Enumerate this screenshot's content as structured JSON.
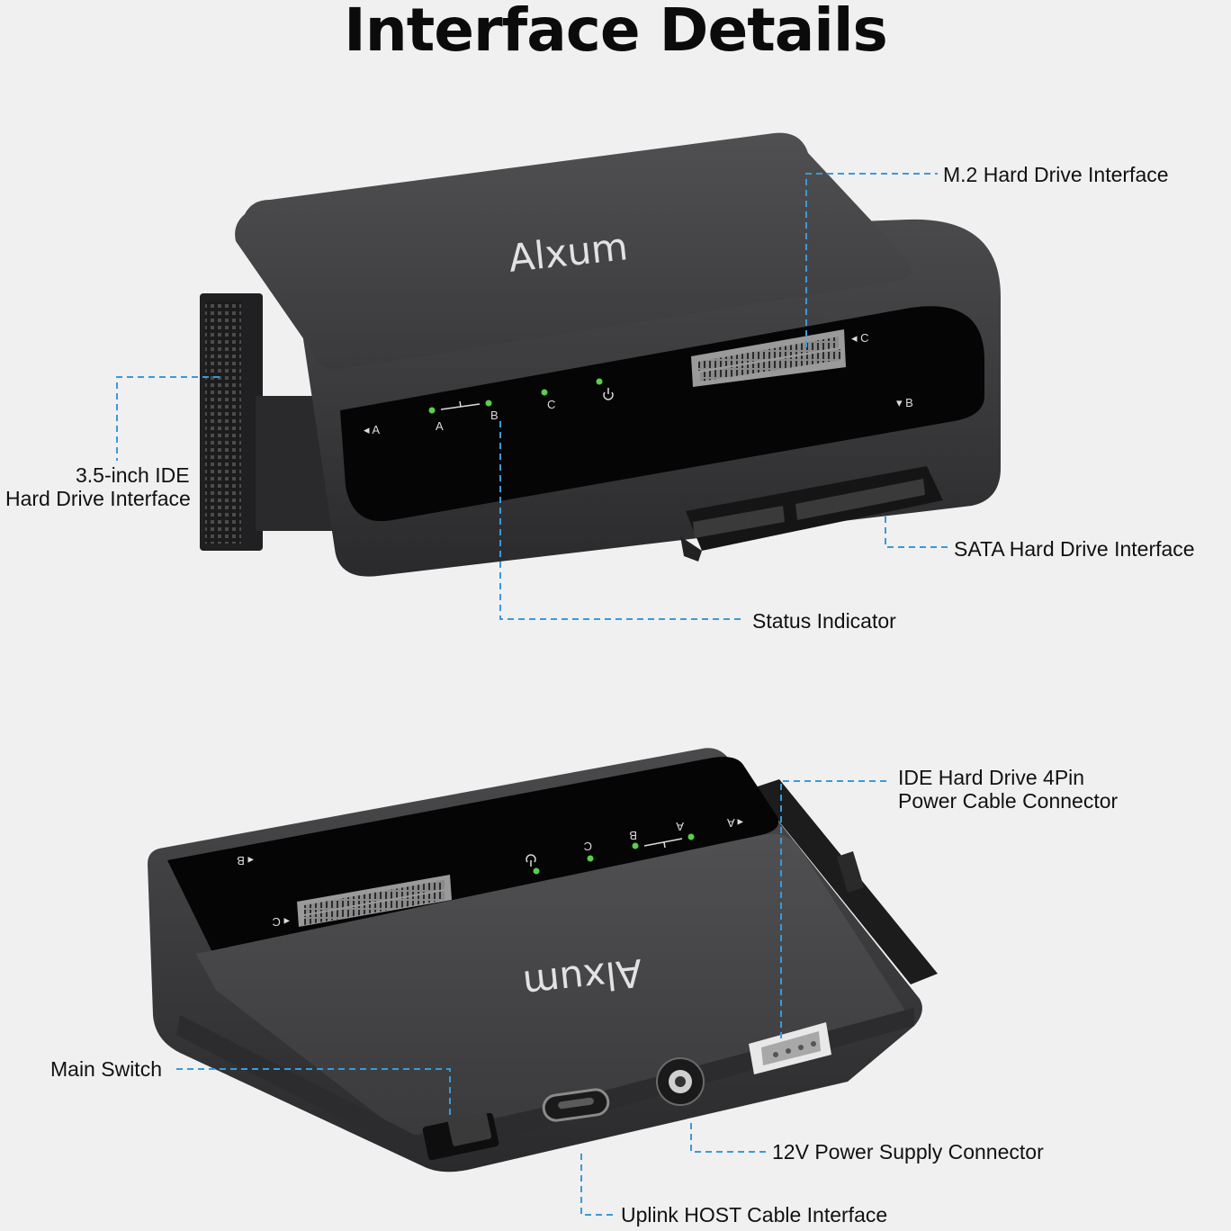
{
  "title": "Interface Details",
  "brand": {
    "name": "Alxum",
    "accent": "#3a9ad9",
    "led": "#58d048"
  },
  "device_top": {
    "port_marks": {
      "a": "◂ A",
      "b": "▾ B",
      "c": "◂ C"
    },
    "indicators": {
      "a": "A",
      "b": "B",
      "c": "C",
      "power_icon": "power-icon"
    }
  },
  "device_bottom": {
    "port_marks": {
      "a": "◂ A",
      "b": "◂ B",
      "c": "◂ C"
    },
    "indicators": {
      "a": "A",
      "b": "B",
      "c": "C",
      "power_icon": "power-icon"
    }
  },
  "callouts": {
    "m2": "M.2 Hard Drive Interface",
    "ide_line1": "3.5-inch IDE",
    "ide_line2": "Hard Drive Interface",
    "sata": "SATA Hard Drive Interface",
    "status": "Status Indicator",
    "ide_power_line1": "IDE Hard Drive 4Pin",
    "ide_power_line2": "Power Cable Connector",
    "switch": "Main Switch",
    "power_12v": "12V Power Supply Connector",
    "host": "Uplink HOST Cable Interface"
  }
}
